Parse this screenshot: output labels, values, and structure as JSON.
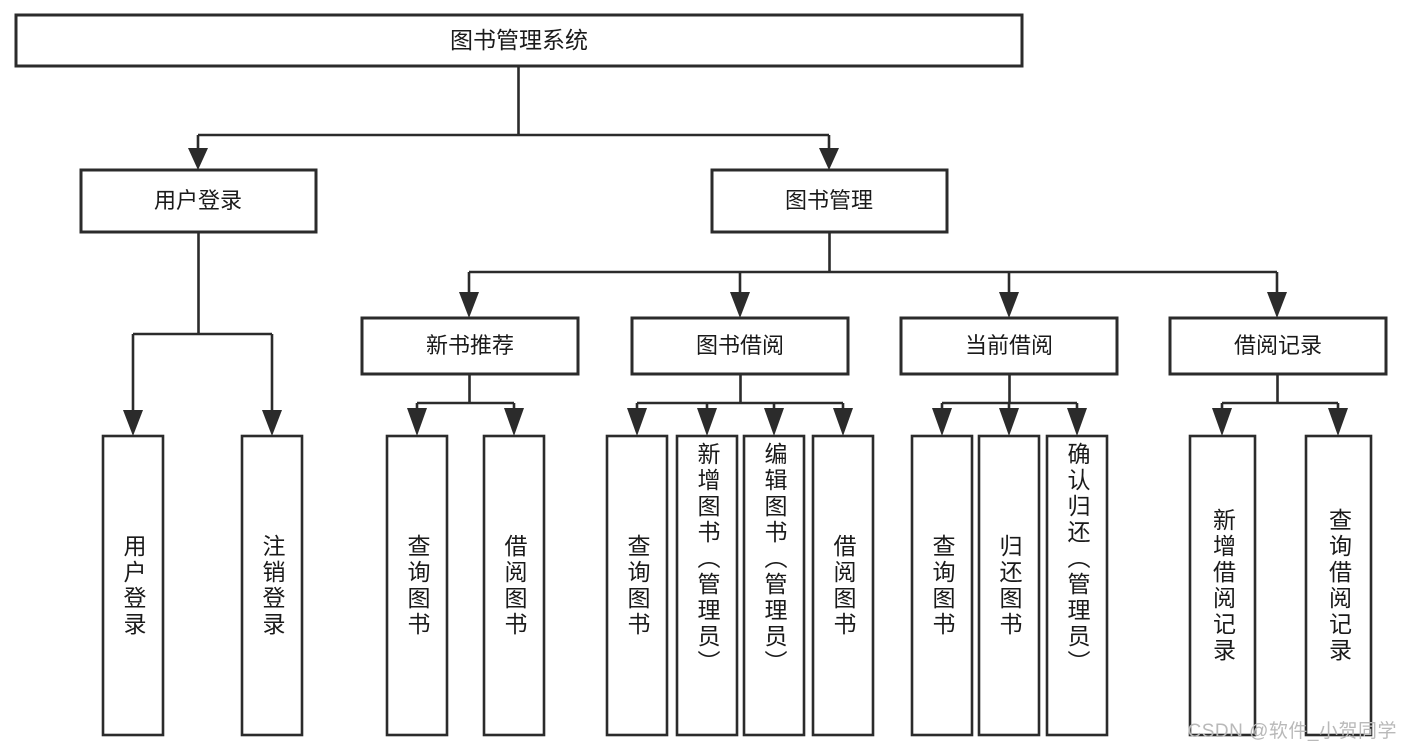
{
  "diagram": {
    "type": "hierarchy-tree",
    "title": "图书管理系统",
    "root": {
      "label": "图书管理系统"
    },
    "level2": [
      {
        "label": "用户登录"
      },
      {
        "label": "图书管理"
      }
    ],
    "level3": [
      {
        "label": "新书推荐",
        "parent": "图书管理"
      },
      {
        "label": "图书借阅",
        "parent": "图书管理"
      },
      {
        "label": "当前借阅",
        "parent": "图书管理"
      },
      {
        "label": "借阅记录",
        "parent": "图书管理"
      }
    ],
    "leaves": {
      "user_login": [
        {
          "label": "用户登录"
        },
        {
          "label": "注销登录"
        }
      ],
      "new_book_recommend": [
        {
          "label": "查询图书"
        },
        {
          "label": "借阅图书"
        }
      ],
      "book_borrow": [
        {
          "label": "查询图书"
        },
        {
          "label": "新增图书（管理员）"
        },
        {
          "label": "编辑图书（管理员）"
        },
        {
          "label": "借阅图书"
        }
      ],
      "current_borrow": [
        {
          "label": "查询图书"
        },
        {
          "label": "归还图书"
        },
        {
          "label": "确认归还（管理员）"
        }
      ],
      "borrow_records": [
        {
          "label": "新增借阅记录"
        },
        {
          "label": "查询借阅记录"
        }
      ]
    }
  },
  "watermark": {
    "text": "CSDN @软件_小贺同学"
  },
  "colors": {
    "stroke": "#2b2b2b",
    "fill": "#ffffff",
    "text": "#1a1a1a",
    "watermark": "#b9b9b9"
  }
}
